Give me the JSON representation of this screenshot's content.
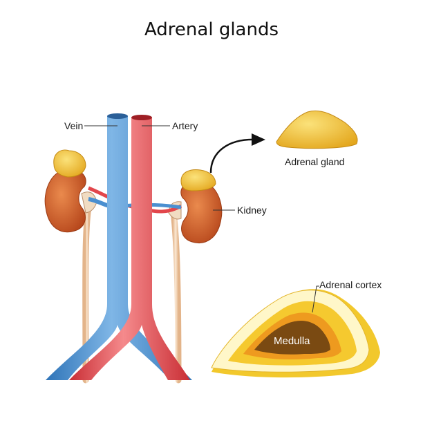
{
  "title": "Adrenal glands",
  "labels": {
    "vein": "Vein",
    "artery": "Artery",
    "adrenal_gland": "Adrenal gland",
    "kidney": "Kidney",
    "adrenal_cortex": "Adrenal cortex",
    "medulla": "Medulla"
  },
  "colors": {
    "vein": "#4a8fd0",
    "artery": "#e2464b",
    "kidney": "#d9612a",
    "adrenal": "#f0bf2e",
    "medulla": "#7a4a12",
    "ureter": "#f3d6b4"
  }
}
